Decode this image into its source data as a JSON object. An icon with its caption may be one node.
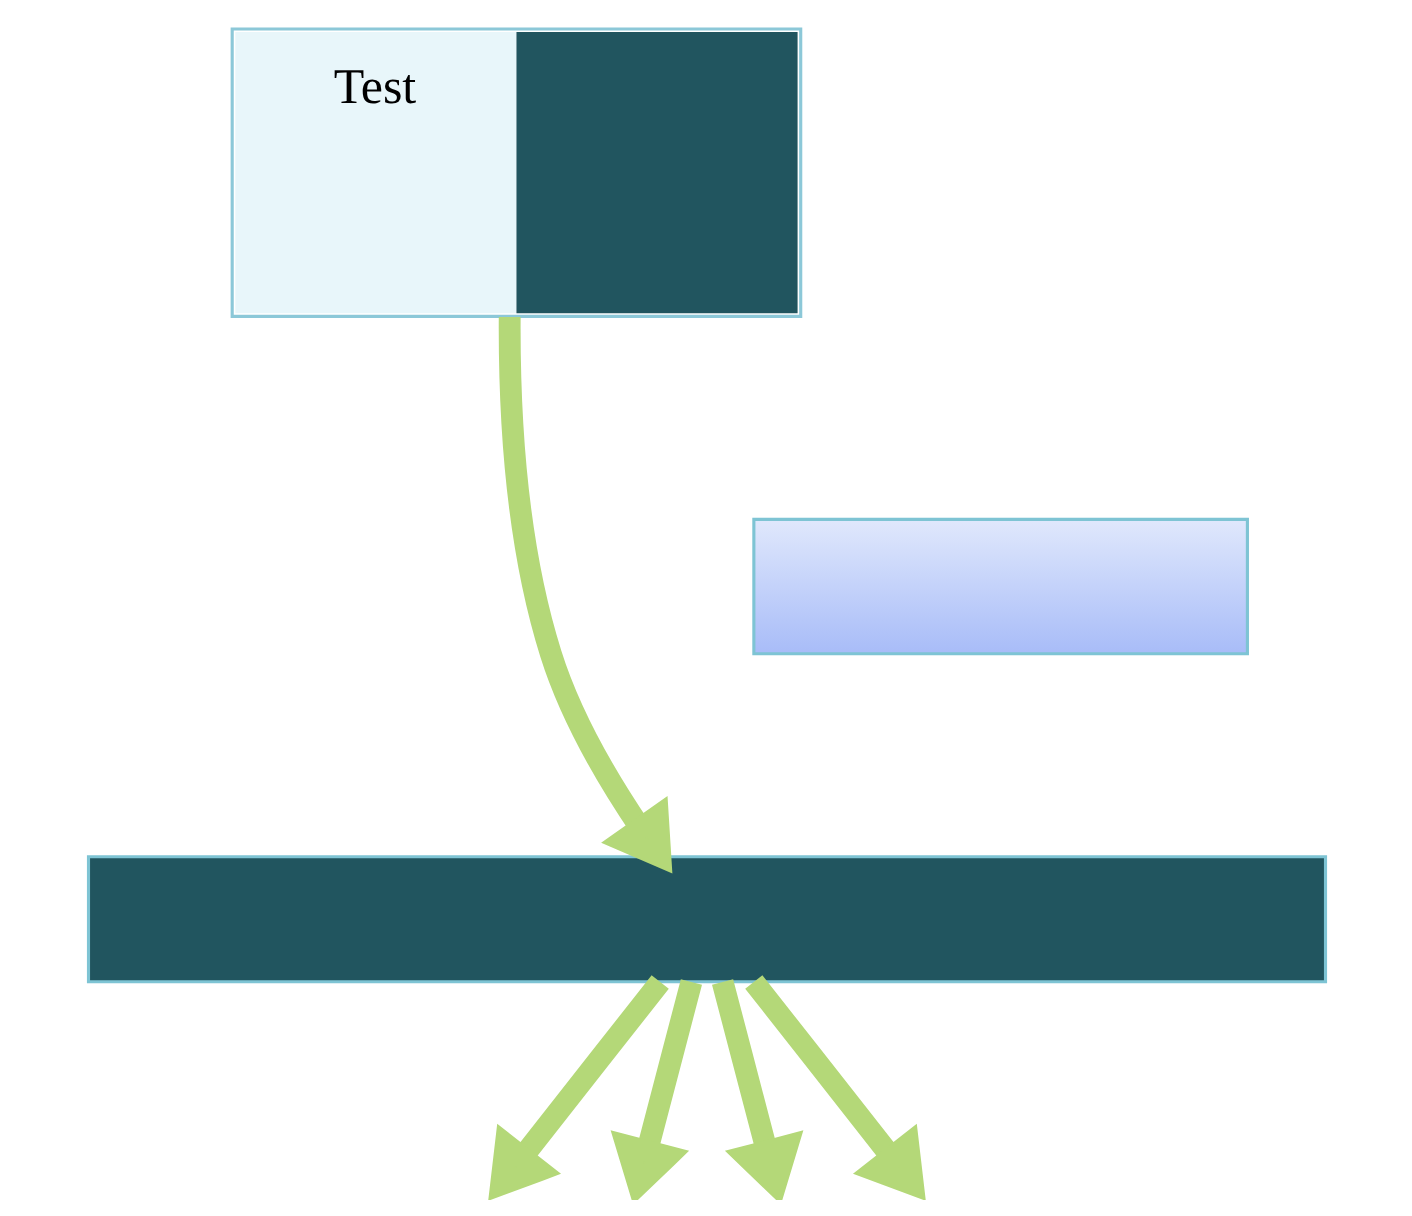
{
  "diagram": {
    "nodes": [
      {
        "text": [
          "Test"
        ]
      },
      {
        "text": [],
        "shape": "box"
      },
      {
        "text": [],
        "shape": "bar"
      }
    ],
    "edges": [
      {
        "from": 0,
        "to": 2,
        "arrow": "to"
      },
      {
        "from": 2,
        "to": null,
        "arrow": "to"
      },
      {
        "from": 2,
        "to": null,
        "arrow": "to"
      },
      {
        "from": 2,
        "to": null,
        "arrow": "to"
      },
      {
        "from": 2,
        "to": null,
        "arrow": "to"
      }
    ]
  }
}
